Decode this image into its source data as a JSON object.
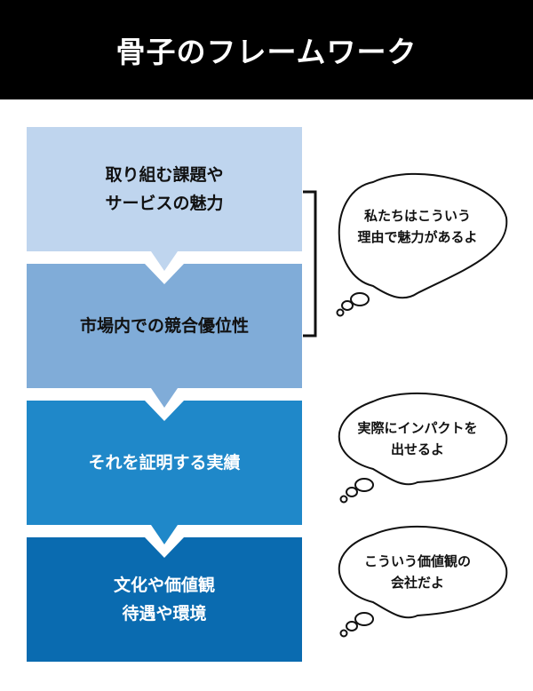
{
  "title": "骨子のフレームワーク",
  "boxes": [
    {
      "label": "取り組む課題や\nサービスの魅力",
      "color": "#bfd5ee"
    },
    {
      "label": "市場内での競合優位性",
      "color": "#80acd8"
    },
    {
      "label": "それを証明する実績",
      "color": "#1f88c9"
    },
    {
      "label": "文化や価値観\n待遇や環境",
      "color": "#0a6bb0"
    }
  ],
  "bubbles": [
    {
      "text": "私たちはこういう\n理由で魅力があるよ"
    },
    {
      "text": "実際にインパクトを\n出せるよ"
    },
    {
      "text": "こういう価値観の\n会社だよ"
    }
  ]
}
